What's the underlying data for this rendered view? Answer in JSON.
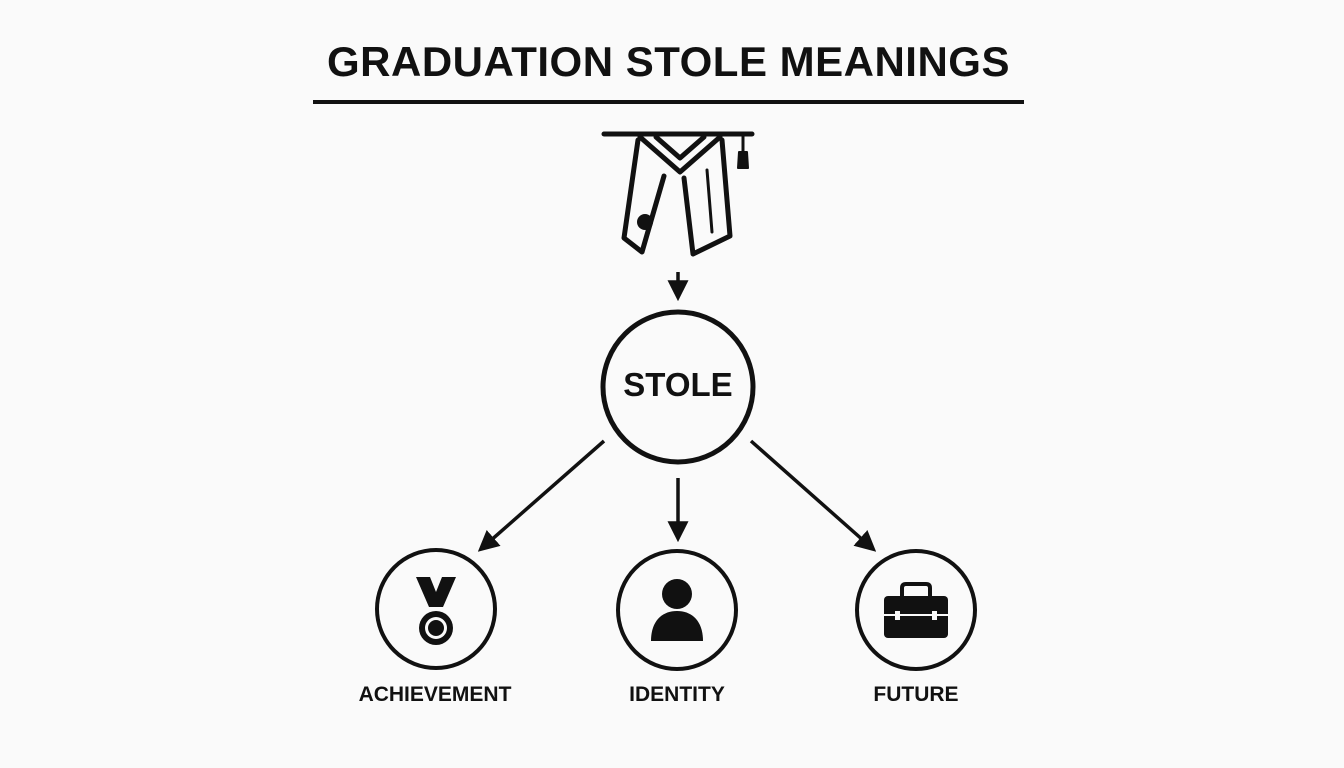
{
  "title": "GRADUATION STOLE MEANINGS",
  "center": {
    "label": "STOLE"
  },
  "categories": [
    {
      "label": "ACHIEVEMENT",
      "icon": "medal-icon"
    },
    {
      "label": "IDENTITY",
      "icon": "person-icon"
    },
    {
      "label": "FUTURE",
      "icon": "briefcase-icon"
    }
  ],
  "colors": {
    "ink": "#111111",
    "background": "#fafafa"
  }
}
